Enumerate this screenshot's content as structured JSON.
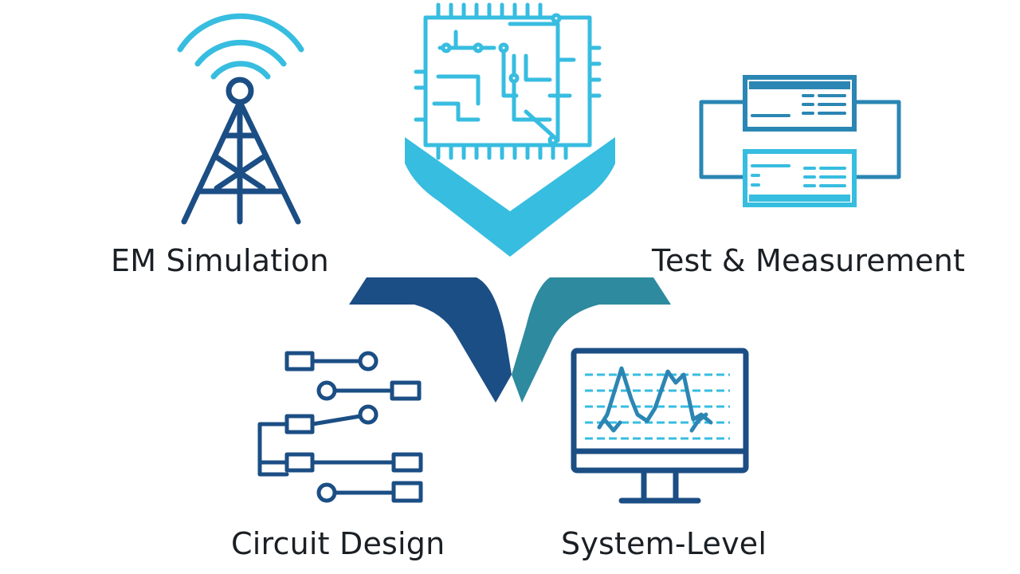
{
  "labels": {
    "em_simulation": "EM Simulation",
    "test_measurement": "Test & Measurement",
    "circuit_design": "Circuit Design",
    "system_level": "System-Level"
  },
  "icons": {
    "em_simulation": "antenna-tower-icon",
    "pcb": "circuit-board-icon",
    "test_measurement": "instrument-rack-icon",
    "circuit_design": "schematic-icon",
    "system_level": "monitor-waveform-icon",
    "center": "v-logo-icon"
  },
  "colors": {
    "dark_blue": "#1b4e84",
    "teal": "#2e8a9e",
    "light_blue": "#37bde0",
    "mid_blue": "#2b86b3",
    "text": "#1a1f24"
  }
}
